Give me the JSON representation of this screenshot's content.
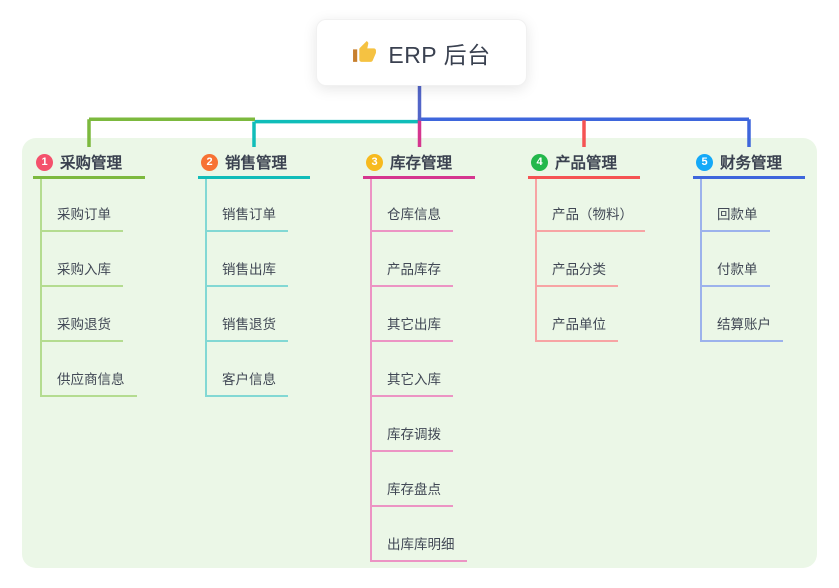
{
  "root": {
    "label": "ERP 后台",
    "icon": "thumbs-up-icon"
  },
  "branches": [
    {
      "badge": "1",
      "label": "采购管理",
      "badge_color": "#f4516c",
      "color": "#7cb93e",
      "child_color": "#b4dc90",
      "children": [
        "采购订单",
        "采购入库",
        "采购退货",
        "供应商信息"
      ]
    },
    {
      "badge": "2",
      "label": "销售管理",
      "badge_color": "#f77234",
      "color": "#10bdb9",
      "child_color": "#82d8d4",
      "children": [
        "销售订单",
        "销售出库",
        "销售退货",
        "客户信息"
      ]
    },
    {
      "badge": "3",
      "label": "库存管理",
      "badge_color": "#f7ba1e",
      "color": "#d5368f",
      "child_color": "#ec94c4",
      "children": [
        "仓库信息",
        "产品库存",
        "其它出库",
        "其它入库",
        "库存调拨",
        "库存盘点",
        "出库库明细"
      ]
    },
    {
      "badge": "4",
      "label": "产品管理",
      "badge_color": "#23b84b",
      "color": "#f55353",
      "child_color": "#f7a4a4",
      "children": [
        "产品（物料）",
        "产品分类",
        "产品单位"
      ]
    },
    {
      "badge": "5",
      "label": "财务管理",
      "badge_color": "#14a9f8",
      "color": "#3e66dc",
      "child_color": "#9cb2ec",
      "children": [
        "回款单",
        "付款单",
        "结算账户"
      ]
    }
  ],
  "colors": {
    "panel": "#ebf7e7",
    "root_line": "#5265c8",
    "icon_hand": "#f5c242",
    "icon_sleeve": "#c77f2e"
  }
}
